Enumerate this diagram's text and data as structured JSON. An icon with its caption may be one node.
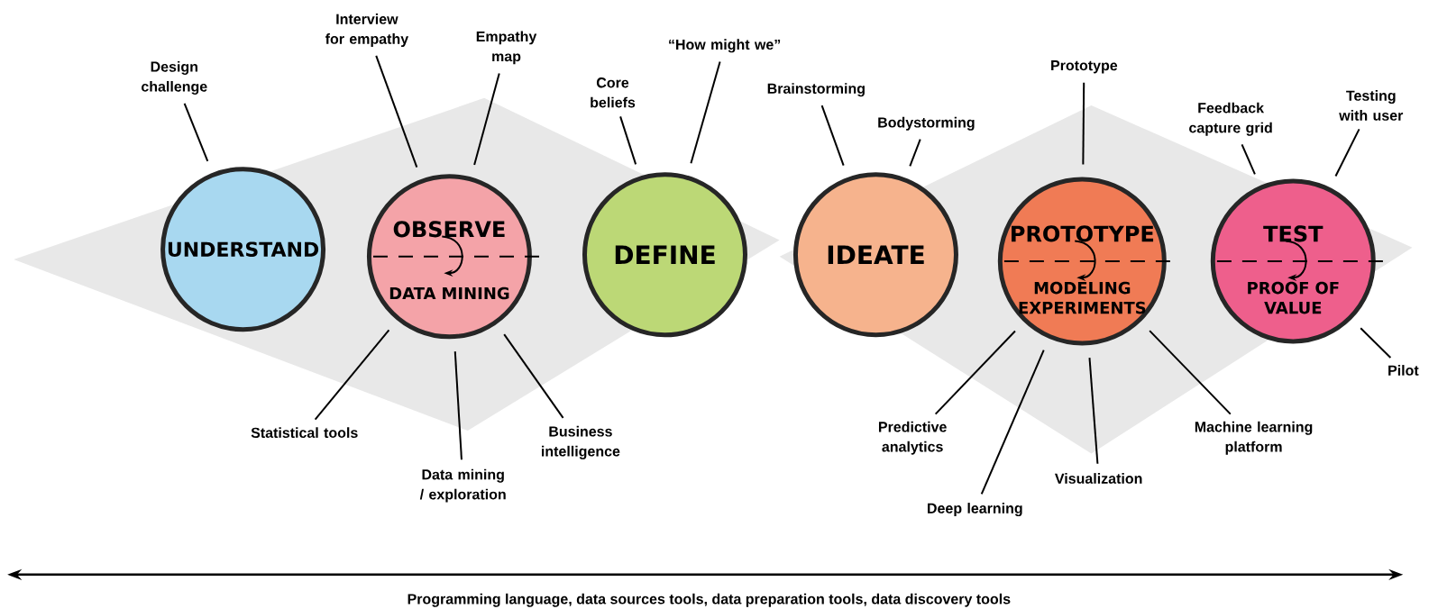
{
  "diagram": {
    "nodes": [
      {
        "text": [
          "UNDERSTAND"
        ]
      },
      {
        "text": [
          "OBSERVE",
          "DATA MINING"
        ]
      },
      {
        "text": [
          "DEFINE"
        ]
      },
      {
        "text": [
          "IDEATE"
        ]
      },
      {
        "text": [
          "PROTOTYPE",
          "MODELING EXPERIMENTS"
        ]
      },
      {
        "text": [
          "TEST",
          "PROOF OF VALUE"
        ]
      },
      {
        "text": [
          "Design challenge"
        ]
      },
      {
        "text": [
          "Interview for empathy"
        ]
      },
      {
        "text": [
          "Empathy map"
        ]
      },
      {
        "text": [
          "Core beliefs"
        ]
      },
      {
        "text": [
          "“How might we”"
        ]
      },
      {
        "text": [
          "Brainstorming"
        ]
      },
      {
        "text": [
          "Bodystorming"
        ]
      },
      {
        "text": [
          "Prototype"
        ]
      },
      {
        "text": [
          "Feedback capture grid"
        ]
      },
      {
        "text": [
          "Testing with user"
        ]
      },
      {
        "text": [
          "Pilot"
        ]
      },
      {
        "text": [
          "Statistical tools"
        ]
      },
      {
        "text": [
          "Data mining / exploration"
        ]
      },
      {
        "text": [
          "Business intelligence"
        ]
      },
      {
        "text": [
          "Predictive analytics"
        ]
      },
      {
        "text": [
          "Deep learning"
        ]
      },
      {
        "text": [
          "Visualization"
        ]
      },
      {
        "text": [
          "Machine learning platform"
        ]
      }
    ],
    "edges": [
      {
        "from": 6,
        "to": 0,
        "arrow": "none"
      },
      {
        "from": 7,
        "to": 1,
        "arrow": "none"
      },
      {
        "from": 8,
        "to": 1,
        "arrow": "none"
      },
      {
        "from": 9,
        "to": 2,
        "arrow": "none"
      },
      {
        "from": 10,
        "to": 2,
        "arrow": "none"
      },
      {
        "from": 11,
        "to": 3,
        "arrow": "none"
      },
      {
        "from": 12,
        "to": 3,
        "arrow": "none"
      },
      {
        "from": 13,
        "to": 4,
        "arrow": "none"
      },
      {
        "from": 14,
        "to": 5,
        "arrow": "none"
      },
      {
        "from": 15,
        "to": 5,
        "arrow": "none"
      },
      {
        "from": 16,
        "to": 5,
        "arrow": "none"
      },
      {
        "from": 17,
        "to": 1,
        "arrow": "none"
      },
      {
        "from": 18,
        "to": 1,
        "arrow": "none"
      },
      {
        "from": 19,
        "to": 1,
        "arrow": "none"
      },
      {
        "from": 20,
        "to": 4,
        "arrow": "none"
      },
      {
        "from": 21,
        "to": 4,
        "arrow": "none"
      },
      {
        "from": 22,
        "to": 4,
        "arrow": "none"
      },
      {
        "from": 23,
        "to": 4,
        "arrow": "none"
      }
    ],
    "labels": [
      "Programming language, data sources tools, data preparation tools, data discovery tools"
    ]
  }
}
